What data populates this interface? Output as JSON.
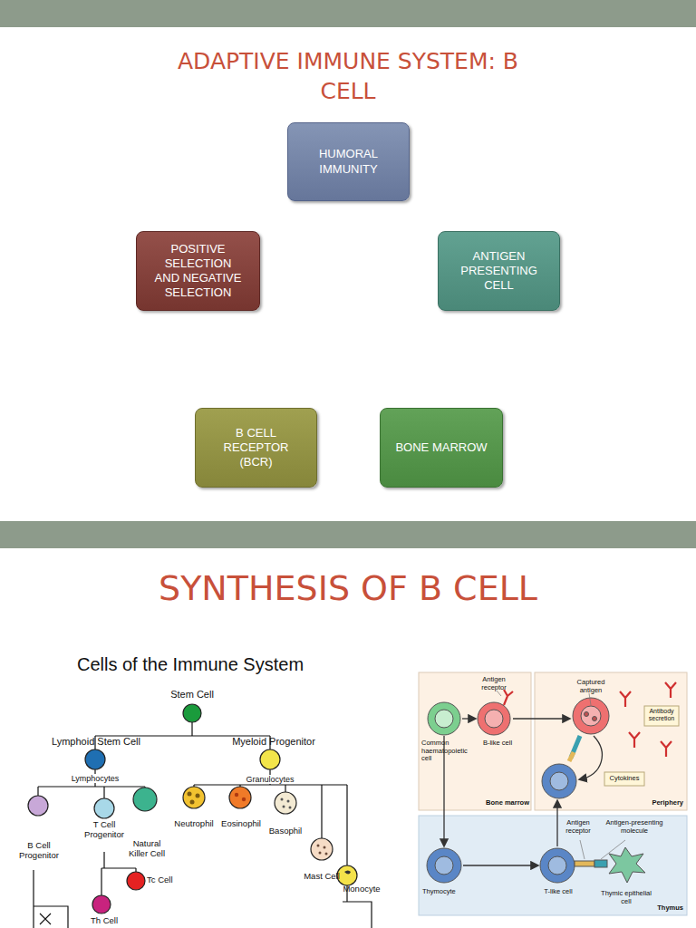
{
  "diagram": {
    "title": "ADAPTIVE IMMUNE SYSTEM: B CELL",
    "nodes": [
      {
        "text": [
          "HUMORAL IMMUNITY"
        ]
      },
      {
        "text": [
          "POSITIVE SELECTION AND NEGATIVE SELECTION"
        ]
      },
      {
        "text": [
          "ANTIGEN PRESENTING CELL"
        ]
      },
      {
        "text": [
          "B CELL RECEPTOR (BCR)"
        ]
      },
      {
        "text": [
          "BONE MARROW"
        ]
      }
    ],
    "labels": [
      "SYNTHESIS OF B CELL",
      "Cells of the Immune System",
      "Stem Cell",
      "Lymphoid Stem Cell",
      "Myeloid Progenitor",
      "Lymphocytes",
      "Granulocytes",
      "B Cell Progenitor",
      "T Cell Progenitor",
      "Natural Killer Cell",
      "Neutrophil",
      "Eosinophil",
      "Basophil",
      "Mast Cell",
      "Monocyte",
      "Tc Cell",
      "Th Cell",
      "Antigen receptor",
      "Captured antigen",
      "Antibody secretion",
      "Common haematopoietic cell",
      "B-like cell",
      "Bone marrow",
      "Periphery",
      "Cytokines",
      "Antigen receptor",
      "Antigen-presenting molecule",
      "Thymocyte",
      "T-like cell",
      "Thymic epithelial cell",
      "Thymus"
    ]
  }
}
